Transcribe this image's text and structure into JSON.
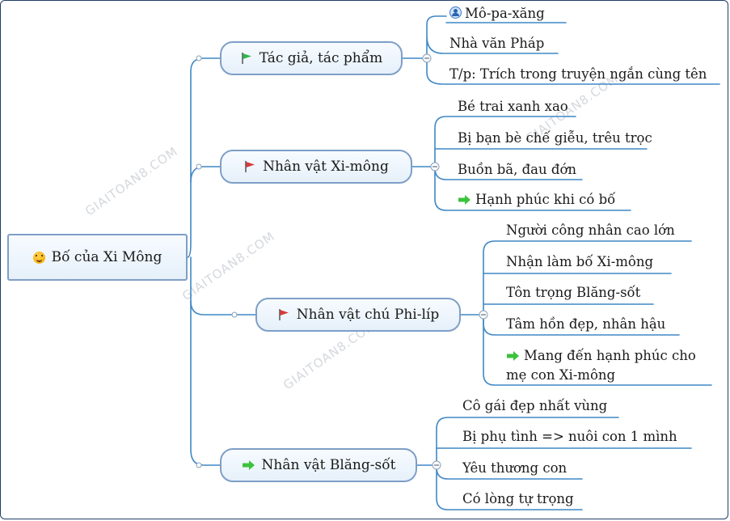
{
  "root": {
    "label": "Bố của Xi Mông",
    "icon": "smiley-icon"
  },
  "branches": [
    {
      "label": "Tác giả, tác phẩm",
      "icon": "green-flag-icon",
      "items": [
        {
          "text": "Mô-pa-xăng",
          "icon": "person-icon"
        },
        {
          "text": "Nhà văn Pháp"
        },
        {
          "text": "T/p: Trích trong truyện ngắn cùng tên"
        }
      ]
    },
    {
      "label": "Nhân vật Xi-mông",
      "icon": "red-flag-icon",
      "items": [
        {
          "text": "Bé trai xanh xao"
        },
        {
          "text": "Bị bạn bè chế giễu, trêu trọc"
        },
        {
          "text": "Buồn bã, đau đớn"
        },
        {
          "text": "Hạnh phúc khi có bố",
          "icon": "green-arrow-icon"
        }
      ]
    },
    {
      "label": "Nhân vật chú Phi-líp",
      "icon": "red-flag-icon",
      "items": [
        {
          "text": "Người công nhân cao lớn"
        },
        {
          "text": "Nhận làm bố Xi-mông"
        },
        {
          "text": "Tôn trọng Blăng-sốt"
        },
        {
          "text": "Tâm hồn đẹp, nhân hậu"
        },
        {
          "text": "Mang đến hạnh phúc cho mẹ con Xi-mông",
          "icon": "green-arrow-icon"
        }
      ]
    },
    {
      "label": "Nhân vật Blăng-sốt",
      "icon": "green-arrow-icon",
      "items": [
        {
          "text": "Cô gái đẹp nhất vùng"
        },
        {
          "text": "Bị phụ tình => nuôi con 1 mình"
        },
        {
          "text": "Yêu thương con"
        },
        {
          "text": "Có lòng tự trọng"
        }
      ]
    }
  ],
  "watermark": "GIAITOAN8.COM",
  "colors": {
    "line": "#3f88c5",
    "node_border": "#7e9fc6",
    "flag_green": "#2fb84a",
    "flag_red": "#d83a3a",
    "arrow_green": "#3cc23c"
  }
}
